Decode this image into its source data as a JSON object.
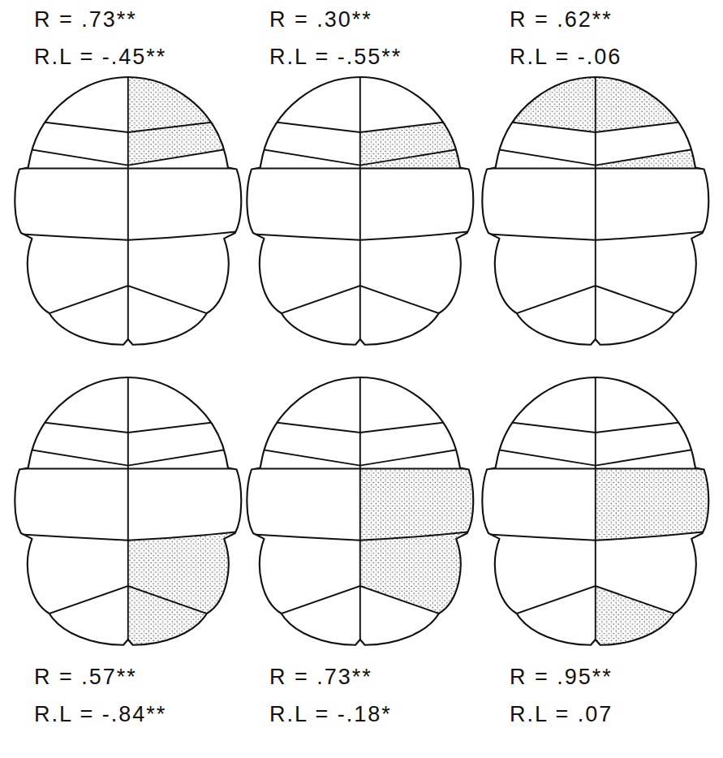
{
  "diagram": {
    "labels": [
      "R = .73**",
      "R.L = -.45**",
      "R = .30**",
      "R.L = -.55**",
      "R = .62**",
      "R.L = -.06",
      "R = .57**",
      "R.L = -.84**",
      "R = .73**",
      "R.L = -.18*",
      "R = .95**",
      "R.L = .07"
    ]
  }
}
